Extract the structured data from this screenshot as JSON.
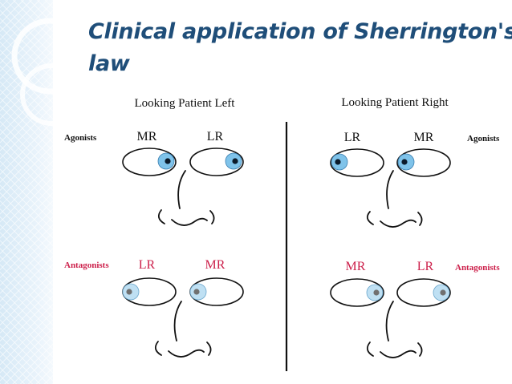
{
  "slide": {
    "title_lines": [
      "Clinical application of Sherrington's",
      "law"
    ],
    "colors": {
      "title": "#1f4e79",
      "antagonist_text": "#cc1f4a",
      "iris": "#7fc3ea"
    }
  },
  "diagram": {
    "left_heading": "Looking Patient Left",
    "right_heading": "Looking Patient Right",
    "roles": {
      "agonists_left": "Agonists",
      "agonists_right": "Agonists",
      "antagonists_left": "Antagonists",
      "antagonists_right": "Antagonists"
    },
    "panels": {
      "top_left": {
        "label_1": "MR",
        "label_2": "LR"
      },
      "top_right": {
        "label_1": "LR",
        "label_2": "MR"
      },
      "bottom_left": {
        "label_1": "LR",
        "label_2": "MR"
      },
      "bottom_right": {
        "label_1": "MR",
        "label_2": "LR"
      }
    }
  }
}
